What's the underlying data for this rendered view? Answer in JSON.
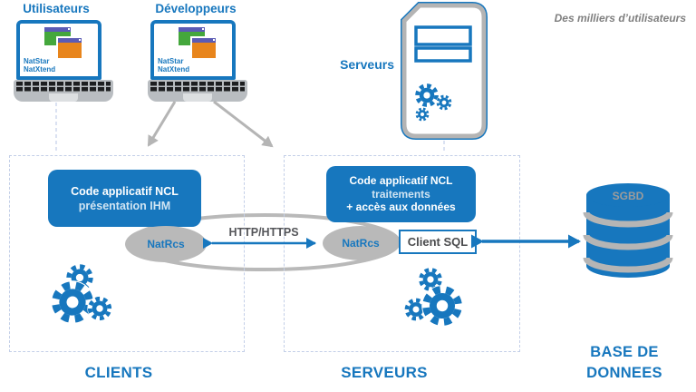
{
  "palette": {
    "blue": "#1777BE",
    "gray": "#B5B5B5",
    "ring_gray": "#B9B9B9",
    "dark_gray_text": "#55565A",
    "tagline_gray": "#7F7F7F",
    "dashed_border": "#C3CFE8",
    "window_green": "#44A73C",
    "window_orange": "#E8851C",
    "window_titlebar_purple": "#5B5BB5"
  },
  "top": {
    "users_label": "Utilisateurs",
    "developers_label": "Développeurs",
    "servers_label": "Serveurs",
    "tagline": "Des milliers d’utilisateurs"
  },
  "laptop": {
    "product_line1": "NatStar",
    "product_line2": "NatXtend"
  },
  "client_zone": {
    "code_box": {
      "line1": "Code applicatif NCL",
      "line2": "présentation IHM"
    },
    "natrcs": "NatRcs",
    "bottom_label": "CLIENTS"
  },
  "server_zone": {
    "code_box": {
      "line1": "Code applicatif NCL",
      "line2": "traitements",
      "line3": "+ accès aux données"
    },
    "natrcs": "NatRcs",
    "client_sql": "Client SQL",
    "bottom_label": "SERVEURS"
  },
  "database": {
    "sgbd": "SGBD",
    "bottom_label_line1": "BASE DE",
    "bottom_label_line2": "DONNEES"
  },
  "connections": {
    "http_label": "HTTP/HTTPS"
  }
}
